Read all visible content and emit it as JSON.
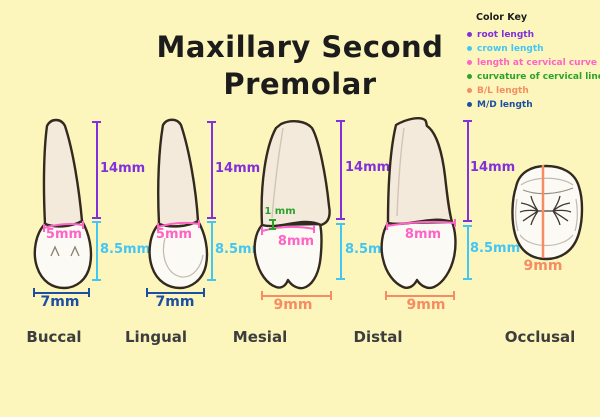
{
  "title": {
    "line1": "Maxillary Second",
    "line2": "Premolar"
  },
  "color_key": {
    "heading": "Color Key",
    "items": [
      {
        "label": "root length",
        "color": "#8130DB"
      },
      {
        "label": "crown length",
        "color": "#44C6F4"
      },
      {
        "label": "length at cervical curve",
        "color": "#FF63C5"
      },
      {
        "label": "curvature of cervical line",
        "color": "#2BA32B"
      },
      {
        "label": "B/L length",
        "color": "#F68C63"
      },
      {
        "label": "M/D length",
        "color": "#1C4FA1"
      }
    ]
  },
  "views": [
    {
      "name": "Buccal",
      "root_length": "14mm",
      "crown_length": "8.5mm",
      "cervical_curve_length": "5mm",
      "md_length": "7mm"
    },
    {
      "name": "Lingual",
      "root_length": "14mm",
      "crown_length": "8.5mm",
      "cervical_curve_length": "5mm",
      "md_length": "7mm"
    },
    {
      "name": "Mesial",
      "root_length": "14mm",
      "crown_length": "8.5mm",
      "cervical_curve_length": "8mm",
      "cervical_line_curvature": "1 mm",
      "bl_length": "9mm"
    },
    {
      "name": "Distal",
      "root_length": "14mm",
      "crown_length": "8.5mm",
      "cervical_curve_length": "8mm",
      "bl_length": "9mm"
    },
    {
      "name": "Occlusal",
      "bl_length": "9mm"
    }
  ],
  "colors": {
    "purple": "#8130DB",
    "cyan": "#44C6F4",
    "pink": "#FF63C5",
    "green": "#2BA32B",
    "orange": "#F68C63",
    "navy": "#1C4FA1",
    "background": "#FCF6BC",
    "ink": "#1C1C1C",
    "label": "#3D3D3D",
    "outline": "#32291F",
    "root_fill": "#F3EADC",
    "crown_fill": "#FCFAF4"
  }
}
